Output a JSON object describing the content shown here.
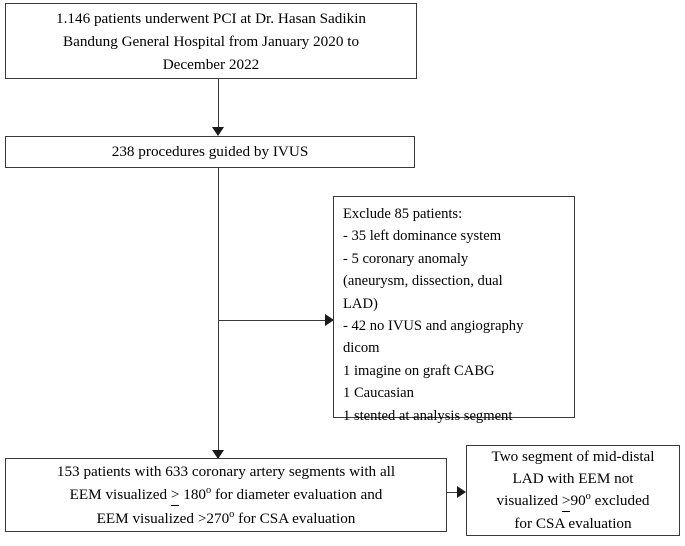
{
  "diagram": {
    "type": "flowchart",
    "title": "Patient selection flow diagram",
    "boxes": {
      "cohort": {
        "lines": [
          "1.146 patients underwent PCI at Dr. Hasan Sadikin",
          "Bandung General Hospital from January 2020 to",
          "December 2022"
        ]
      },
      "ivus": {
        "lines": [
          "238 procedures guided by IVUS"
        ]
      },
      "exclude": {
        "lines": [
          "Exclude 85 patients:",
          "- 35 left dominance system",
          "- 5 coronary anomaly",
          "(aneurysm, dissection, dual",
          "LAD)",
          "- 42 no IVUS and angiography",
          "dicom",
          "1 imagine on graft CABG",
          "1 Caucasian",
          "1 stented at analysis segment"
        ]
      },
      "included": {
        "line1": "153 patients with 633 coronary artery segments with all",
        "line2_pre": "EEM visualized ",
        "line2_ge": ">",
        "line2_mid": " 180",
        "line2_deg": "o",
        "line2_post": " for diameter evaluation and",
        "line3_pre": "EEM visualized >270",
        "line3_deg": "o",
        "line3_post": " for CSA evaluation"
      },
      "excluded_segments": {
        "line1": "Two segment of mid-distal",
        "line2": "LAD with EEM not",
        "line3_pre": "visualized ",
        "line3_ge": ">",
        "line3_mid": "90",
        "line3_deg": "o",
        "line3_post": " excluded",
        "line4": "for CSA evaluation"
      }
    },
    "connectors": [
      {
        "name": "cohort-to-ivus",
        "direction": "down"
      },
      {
        "name": "ivus-to-included",
        "direction": "down"
      },
      {
        "name": "ivus-to-exclude",
        "direction": "right"
      },
      {
        "name": "included-to-excluded-segments",
        "direction": "right"
      }
    ],
    "colors": {
      "border": "#3a3a3a",
      "arrow": "#1a1a1a",
      "text": "#000000",
      "background": "#ffffff"
    }
  }
}
